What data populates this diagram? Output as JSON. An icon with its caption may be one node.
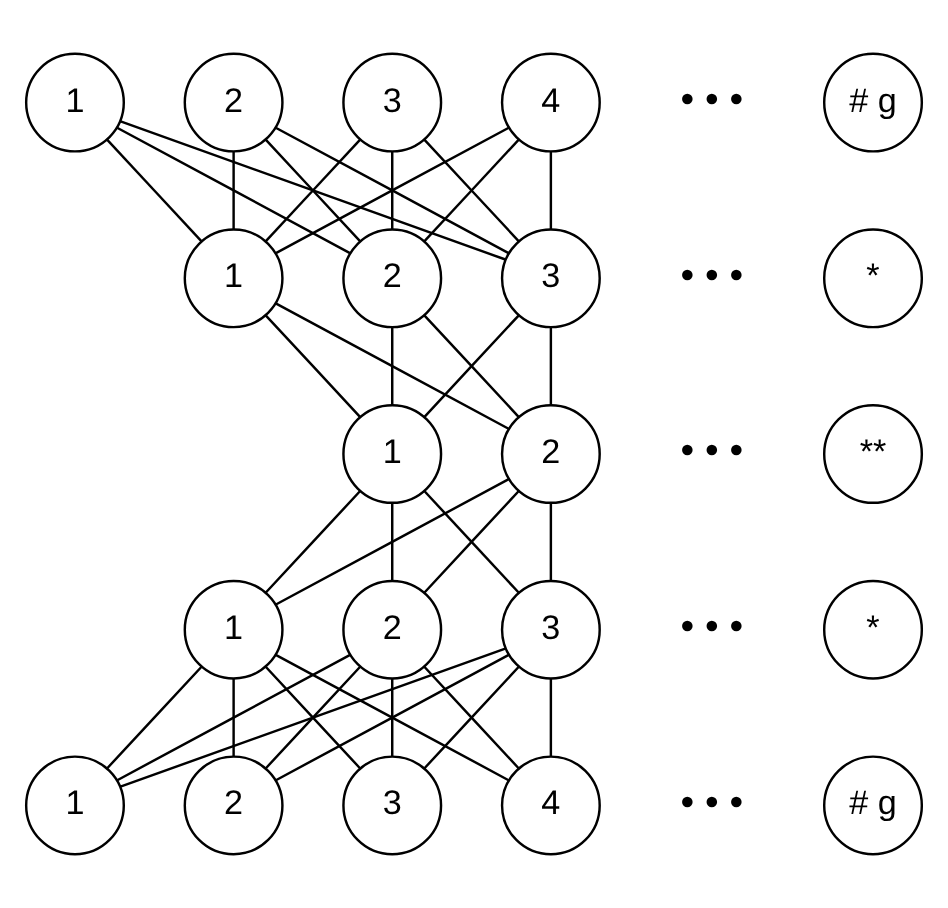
{
  "diagram": {
    "nodes": [
      {
        "text": [
          "1"
        ]
      },
      {
        "text": [
          "2"
        ]
      },
      {
        "text": [
          "3"
        ]
      },
      {
        "text": [
          "4"
        ]
      },
      {
        "text": [
          "# g"
        ]
      },
      {
        "text": [
          "1"
        ]
      },
      {
        "text": [
          "2"
        ]
      },
      {
        "text": [
          "3"
        ]
      },
      {
        "text": [
          "*"
        ]
      },
      {
        "text": [
          "1"
        ]
      },
      {
        "text": [
          "2"
        ]
      },
      {
        "text": [
          "**"
        ]
      },
      {
        "text": [
          "1"
        ]
      },
      {
        "text": [
          "2"
        ]
      },
      {
        "text": [
          "3"
        ]
      },
      {
        "text": [
          "*"
        ]
      },
      {
        "text": [
          "1"
        ]
      },
      {
        "text": [
          "2"
        ]
      },
      {
        "text": [
          "3"
        ]
      },
      {
        "text": [
          "4"
        ]
      },
      {
        "text": [
          "# g"
        ]
      }
    ],
    "edges": [
      {
        "from": 0,
        "to": 5,
        "arrow": "none"
      },
      {
        "from": 0,
        "to": 6,
        "arrow": "none"
      },
      {
        "from": 0,
        "to": 7,
        "arrow": "none"
      },
      {
        "from": 1,
        "to": 5,
        "arrow": "none"
      },
      {
        "from": 1,
        "to": 6,
        "arrow": "none"
      },
      {
        "from": 1,
        "to": 7,
        "arrow": "none"
      },
      {
        "from": 2,
        "to": 5,
        "arrow": "none"
      },
      {
        "from": 2,
        "to": 6,
        "arrow": "none"
      },
      {
        "from": 2,
        "to": 7,
        "arrow": "none"
      },
      {
        "from": 3,
        "to": 5,
        "arrow": "none"
      },
      {
        "from": 3,
        "to": 6,
        "arrow": "none"
      },
      {
        "from": 3,
        "to": 7,
        "arrow": "none"
      },
      {
        "from": 5,
        "to": 9,
        "arrow": "none"
      },
      {
        "from": 5,
        "to": 10,
        "arrow": "none"
      },
      {
        "from": 6,
        "to": 9,
        "arrow": "none"
      },
      {
        "from": 6,
        "to": 10,
        "arrow": "none"
      },
      {
        "from": 7,
        "to": 9,
        "arrow": "none"
      },
      {
        "from": 7,
        "to": 10,
        "arrow": "none"
      },
      {
        "from": 9,
        "to": 12,
        "arrow": "none"
      },
      {
        "from": 9,
        "to": 13,
        "arrow": "none"
      },
      {
        "from": 9,
        "to": 14,
        "arrow": "none"
      },
      {
        "from": 10,
        "to": 12,
        "arrow": "none"
      },
      {
        "from": 10,
        "to": 13,
        "arrow": "none"
      },
      {
        "from": 10,
        "to": 14,
        "arrow": "none"
      },
      {
        "from": 12,
        "to": 16,
        "arrow": "none"
      },
      {
        "from": 12,
        "to": 17,
        "arrow": "none"
      },
      {
        "from": 12,
        "to": 18,
        "arrow": "none"
      },
      {
        "from": 12,
        "to": 19,
        "arrow": "none"
      },
      {
        "from": 13,
        "to": 16,
        "arrow": "none"
      },
      {
        "from": 13,
        "to": 17,
        "arrow": "none"
      },
      {
        "from": 13,
        "to": 18,
        "arrow": "none"
      },
      {
        "from": 13,
        "to": 19,
        "arrow": "none"
      },
      {
        "from": 14,
        "to": 16,
        "arrow": "none"
      },
      {
        "from": 14,
        "to": 17,
        "arrow": "none"
      },
      {
        "from": 14,
        "to": 18,
        "arrow": "none"
      },
      {
        "from": 14,
        "to": 19,
        "arrow": "none"
      }
    ],
    "labels": [
      "• • •",
      "• • •",
      "• • •",
      "• • •",
      "• • •"
    ]
  }
}
